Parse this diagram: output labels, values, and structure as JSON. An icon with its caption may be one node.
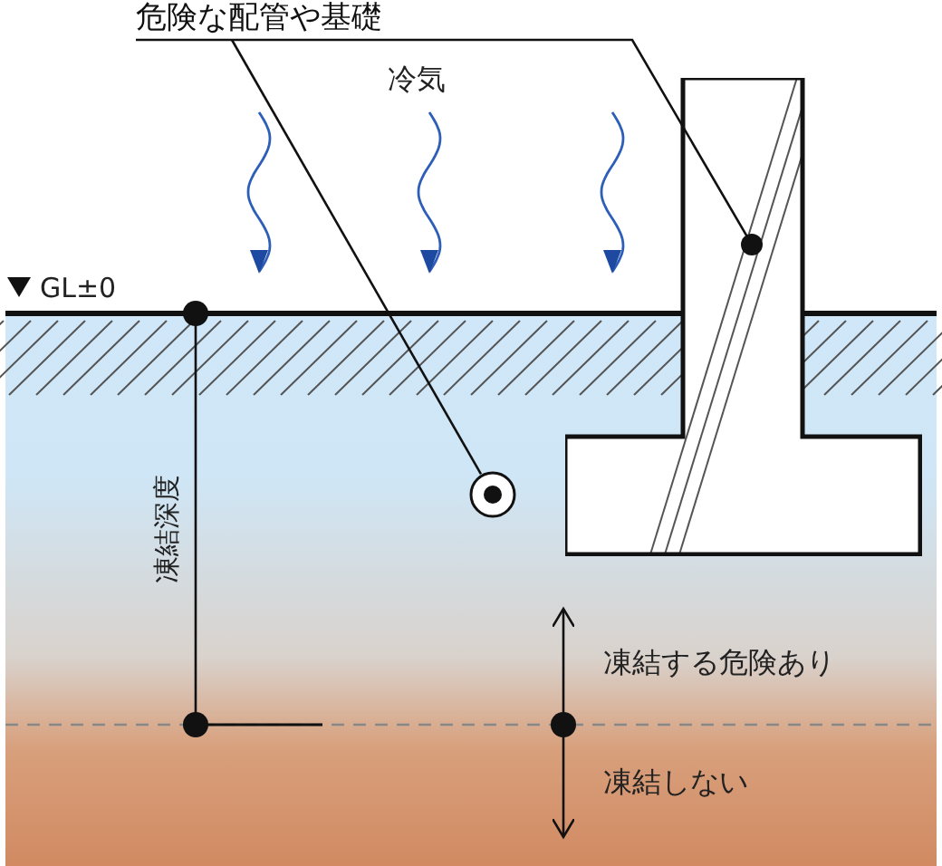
{
  "diagram": {
    "nodes": [
      {
        "text": [
          "危険な配管や基礎"
        ]
      },
      {
        "text": [],
        "shape": "circle"
      },
      {
        "text": [],
        "shape": "box"
      }
    ],
    "edges": [
      {
        "from": 0,
        "to": 1,
        "arrow": "none"
      },
      {
        "from": 0,
        "to": 2,
        "arrow": "other"
      }
    ],
    "labels": [
      "冷気",
      "GL±0",
      "凍結深度",
      "凍結する危険あり",
      "凍結しない"
    ]
  }
}
